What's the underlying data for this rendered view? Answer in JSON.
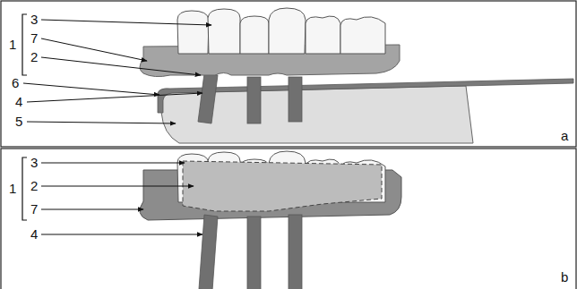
{
  "diagram": {
    "labels": [
      "1",
      "3",
      "7",
      "2",
      "6",
      "4",
      "5",
      "a",
      "1",
      "3",
      "2",
      "7",
      "4",
      "b"
    ]
  }
}
